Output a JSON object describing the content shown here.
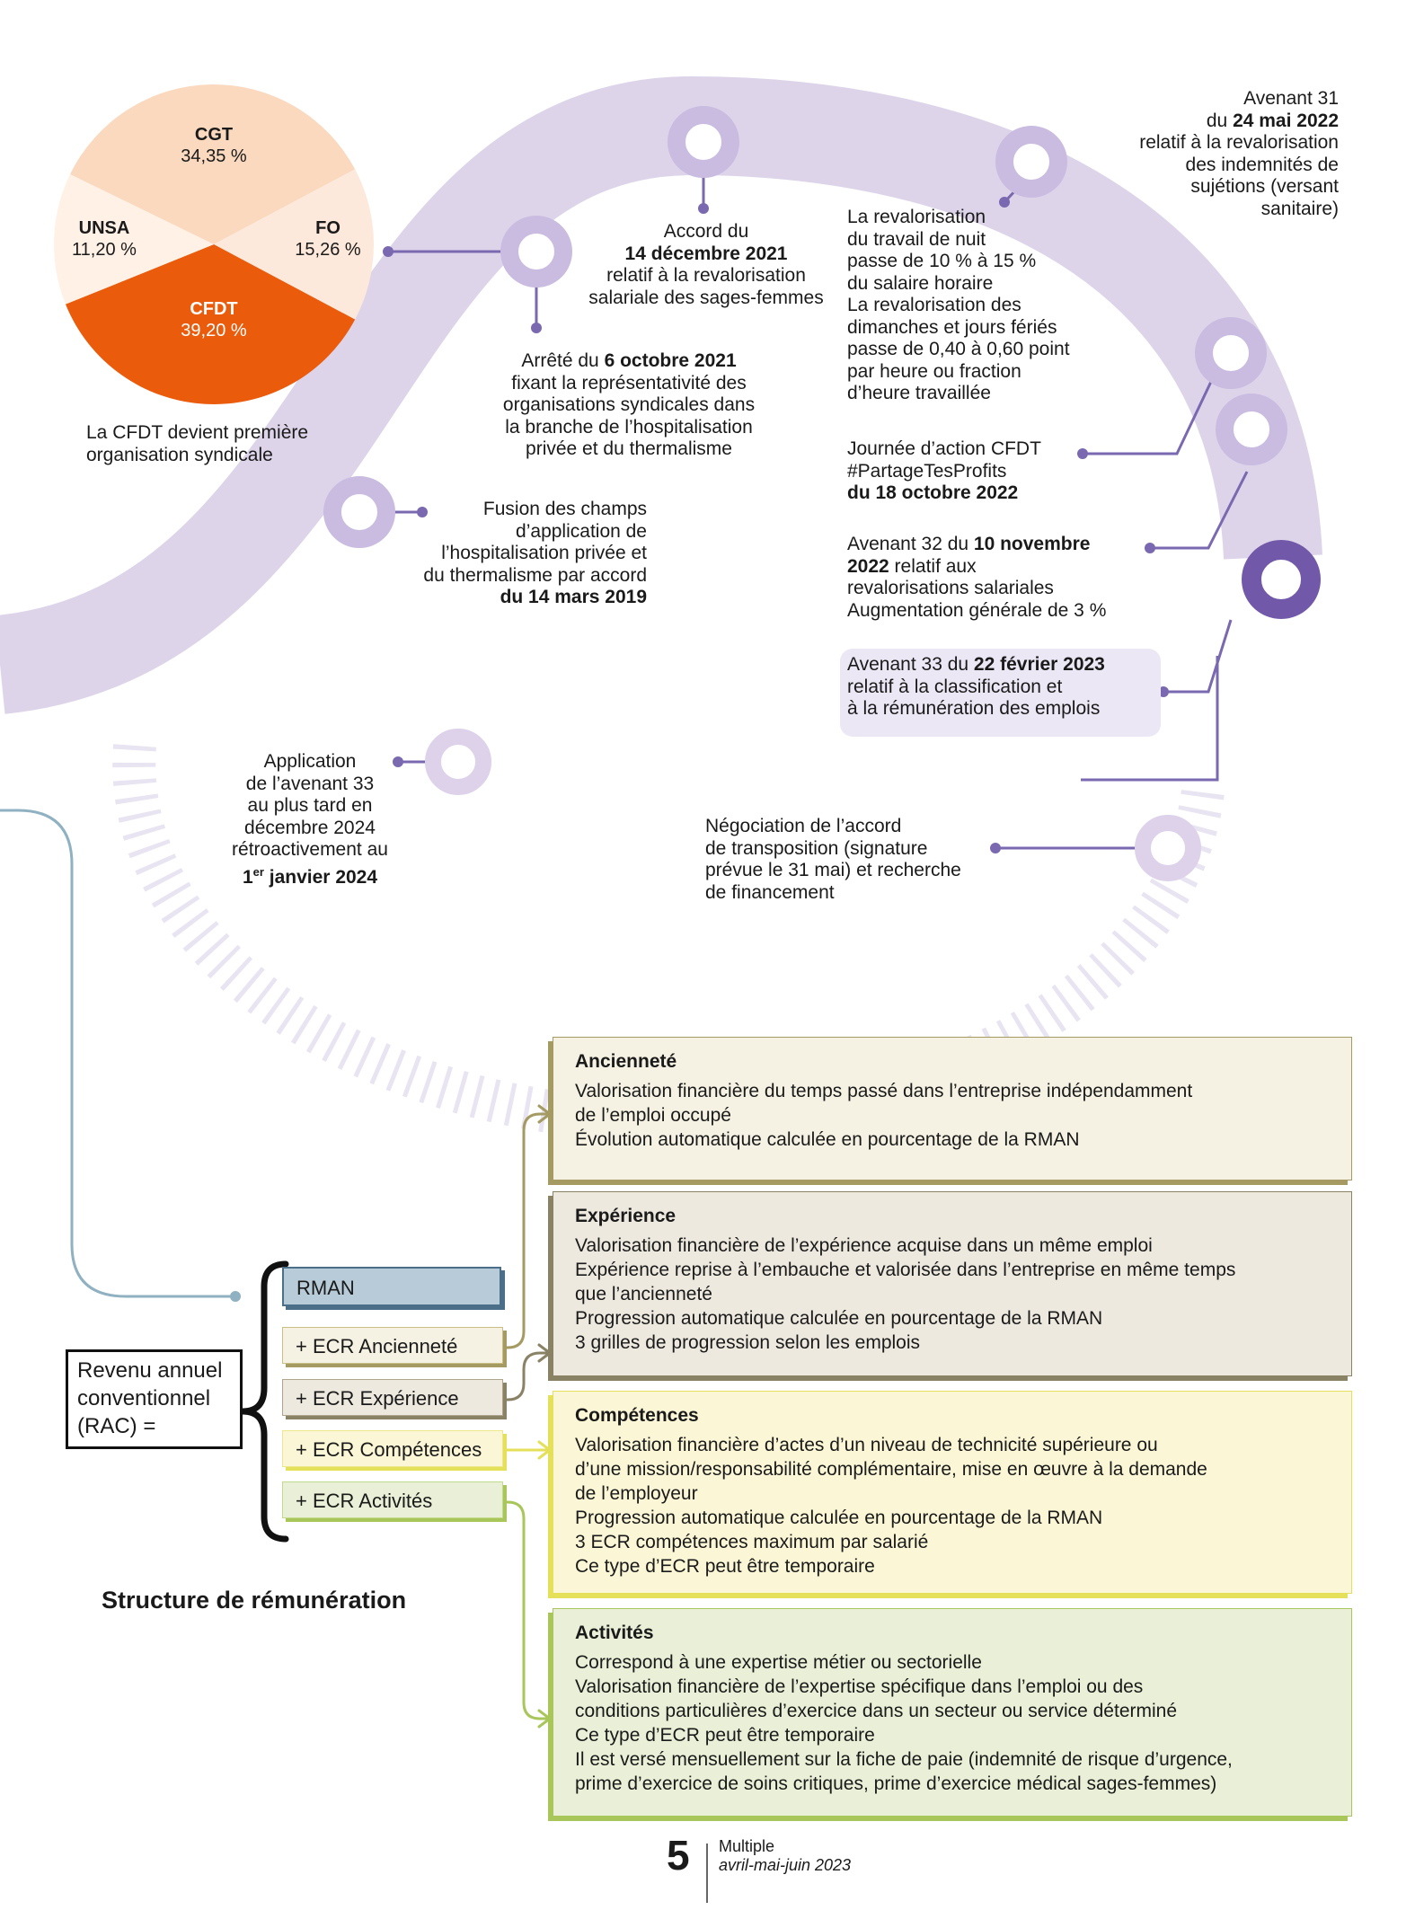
{
  "pie": {
    "segments": [
      {
        "name": "CGT",
        "value": "34,35 %",
        "color": "#fad9bf"
      },
      {
        "name": "FO",
        "value": "15,26 %",
        "color": "#fde9db"
      },
      {
        "name": "CFDT",
        "value": "39,20 %",
        "color": "#ea5b0c"
      },
      {
        "name": "UNSA",
        "value": "11,20 %",
        "color": "#fff1e6"
      }
    ],
    "caption": "La CFDT devient première\norganisation syndicale"
  },
  "timeline": {
    "fusion": {
      "text": "Fusion des champs\nd’application de\nl’hospitalisation privée et\ndu thermalisme par accord",
      "date": "du 14 mars 2019"
    },
    "arrete": {
      "prefix": "Arrêté du ",
      "date": "6 octobre 2021",
      "text": "\nfixant la représentativité des\norganisations syndicales dans\nla branche de l’hospitalisation\nprivée et du thermalisme"
    },
    "accord": {
      "prefix": "Accord du",
      "date": "14 décembre 2021",
      "text": "relatif à la revalorisation\nsalariale des sages-femmes"
    },
    "avenant31": {
      "prefix": "Avenant 31\ndu ",
      "date": "24 mai 2022",
      "text": "relatif à la revalorisation\ndes indemnités de\nsujétions (versant\nsanitaire)"
    },
    "revalorisation": {
      "text": "La revalorisation\ndu travail de nuit\npasse de 10 % à 15 %\ndu salaire horaire\nLa revalorisation des\ndimanches et jours fériés\npasse de 0,40 à 0,60 point\npar heure ou fraction\nd’heure travaillée"
    },
    "journee": {
      "text": "Journée d’action CFDT\n#PartageTesProfits",
      "date": "du 18 octobre 2022"
    },
    "avenant32": {
      "prefix": "Avenant 32 du ",
      "date": "10 novembre\n2022",
      "text": " relatif aux\nrevalorisations salariales\nAugmentation générale de 3 %"
    },
    "avenant33": {
      "prefix": "Avenant 33 du ",
      "date": "22 février 2023",
      "text": "\nrelatif à la classification et\nà la rémunération des emplois"
    },
    "application": {
      "text": "Application\nde l’avenant 33\nau plus tard en\ndécembre 2024\nrétroactivement au",
      "date_num": "1",
      "date_sup": "er",
      "date_rest": " janvier 2024"
    },
    "negociation": {
      "text": "Négociation de l’accord\nde transposition (signature\nprévue le 31 mai) et recherche\nde financement"
    }
  },
  "structure": {
    "rac": "Revenu annuel\nconventionnel\n(RAC) =",
    "title": "Structure de rémunération",
    "components": [
      {
        "label": "RMAN",
        "bg": "#b7cbd8"
      },
      {
        "label": "+ ECR Ancienneté",
        "bg": "#f5f2e3"
      },
      {
        "label": "+ ECR Expérience",
        "bg": "#ede9df"
      },
      {
        "label": "+ ECR Compétences",
        "bg": "#fbf7d6"
      },
      {
        "label": "+ ECR Activités",
        "bg": "#e9f0d7"
      }
    ],
    "boxes": [
      {
        "title": "Ancienneté",
        "lines": [
          "Valorisation financière du temps passé dans l’entreprise indépendamment\nde l’emploi occupé",
          "Évolution automatique calculée en pourcentage de la RMAN"
        ],
        "bg": "#f5f2e3",
        "edge": "#a49a62"
      },
      {
        "title": "Expérience",
        "lines": [
          "Valorisation financière de l’expérience acquise dans un même emploi",
          "Expérience reprise à l’embauche et valorisée dans l’entreprise en même temps\nque l’ancienneté",
          "Progression automatique calculée en pourcentage de la RMAN",
          "3 grilles de progression selon les emplois"
        ],
        "bg": "#ede9df",
        "edge": "#8a8264"
      },
      {
        "title": "Compétences",
        "lines": [
          "Valorisation financière d’actes d’un niveau de technicité supérieure ou\nd’une mission/responsabilité complémentaire, mise en œuvre à la demande\nde l’employeur",
          "Progression automatique calculée en pourcentage de la RMAN",
          "3 ECR compétences maximum par salarié",
          "Ce type d’ECR peut être temporaire"
        ],
        "bg": "#fbf7d6",
        "edge": "#e4e05a"
      },
      {
        "title": "Activités",
        "lines": [
          "Correspond à une expertise métier ou sectorielle",
          "Valorisation financière de l’expertise spécifique dans l’emploi ou des\nconditions particulières d’exercice dans un secteur ou service déterminé",
          "Ce type d’ECR peut être temporaire",
          "Il est versé mensuellement sur la fiche de paie (indemnité de risque d’urgence,\nprime d’exercice de soins critiques, prime d’exercice médical sages-femmes)"
        ],
        "bg": "#e9f0d7",
        "edge": "#a8c65a"
      }
    ]
  },
  "footer": {
    "page": "5",
    "magazine": "Multiple",
    "issue": "avril-mai-juin 2023"
  }
}
